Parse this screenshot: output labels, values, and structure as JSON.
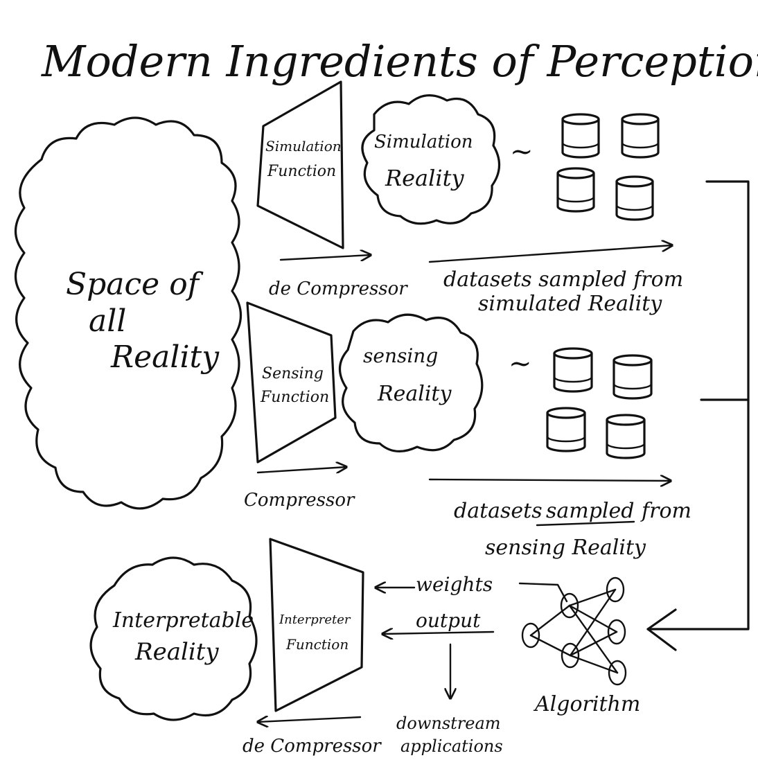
{
  "title": "Modern Ingredients of Perception",
  "colors": {
    "space": "#f9e39a",
    "function": "#a9ecc8",
    "simulation": "#d5e2ef",
    "sensing": "#eaa9c1",
    "interpretable": "#e9bd93",
    "neuron": "#c8a6e8",
    "ink": "#111111"
  },
  "space": {
    "line1": "Space of",
    "line2": "all",
    "line3": "Reality"
  },
  "simulation_function": {
    "line1": "Simulation",
    "line2": "Function"
  },
  "simulation_reality": {
    "line1": "Simulation",
    "line2": "Reality"
  },
  "sensing_function": {
    "line1": "Sensing",
    "line2": "Function"
  },
  "sensing_reality": {
    "line1": "sensing",
    "line2": "Reality"
  },
  "interpreter_function": {
    "line1": "Interpreter",
    "line2": "Function"
  },
  "interpretable_reality": {
    "line1": "Interpretable",
    "line2": "Reality"
  },
  "arrows": {
    "decompressor_top": "de Compressor",
    "compressor": "Compressor",
    "decompressor_bottom": "de Compressor"
  },
  "datasets_simulated": {
    "line1": "datasets sampled from",
    "line2": "simulated Reality"
  },
  "datasets_sensing": {
    "line1_a": "datasets",
    "line1_b": "sampled",
    "line1_c": "from",
    "line2": "sensing Reality"
  },
  "weights": "weights",
  "output": "output",
  "downstream": {
    "line1": "downstream",
    "line2": "applications"
  },
  "algorithm": "Algorithm",
  "tilde": "~"
}
